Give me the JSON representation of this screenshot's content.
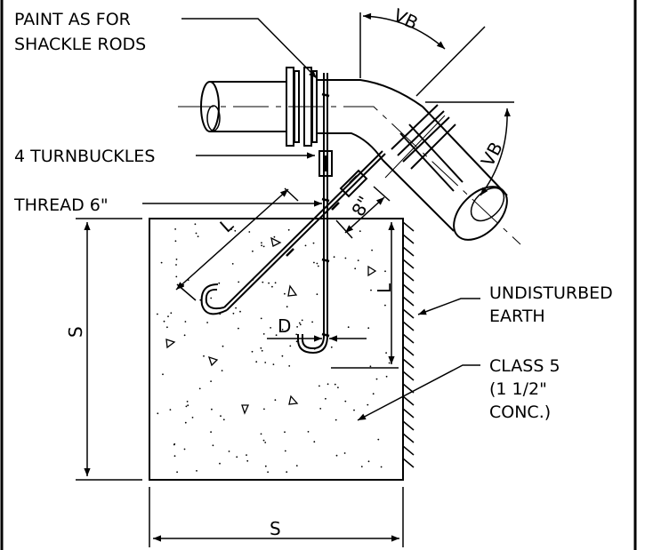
{
  "labels": {
    "paint_line1": "PAINT AS FOR",
    "paint_line2": "SHACKLE RODS",
    "turnbuckles": "4 TURNBUCKLES",
    "thread": "THREAD 6\"",
    "undisturbed_line1": "UNDISTURBED",
    "undisturbed_line2": "EARTH",
    "class_line1": "CLASS 5",
    "class_line2": "(1 1/2\"",
    "class_line3": "CONC.)"
  },
  "dimensions": {
    "vb_top": "VB",
    "vb_right": "VB",
    "length_left": "L",
    "length_right": "L",
    "eight_inch": "8\"",
    "d": "D",
    "s_vertical": "S",
    "s_horizontal": "S"
  },
  "colors": {
    "line": "#000000",
    "background": "#ffffff"
  }
}
